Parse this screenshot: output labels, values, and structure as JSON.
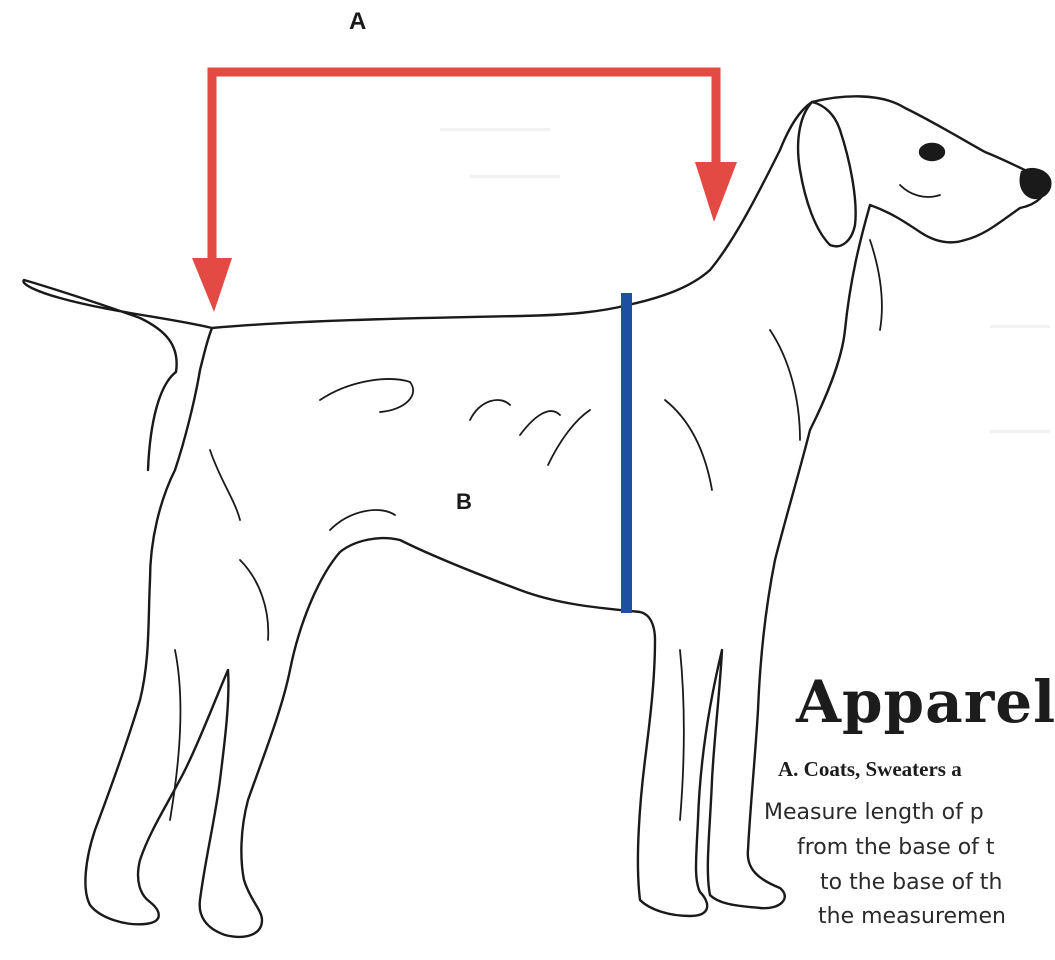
{
  "diagram": {
    "label_a": "A",
    "label_b": "B"
  },
  "text_panel": {
    "heading": "Apparel",
    "subheading": "A. Coats, Sweaters a",
    "body_lines": [
      "Measure length of p",
      "from the base of t",
      "to the base of th",
      "the measuremen"
    ]
  },
  "colors": {
    "arrow_a": "#e24a43",
    "line_b": "#1f4fa0",
    "outline": "#1a1a1a"
  }
}
